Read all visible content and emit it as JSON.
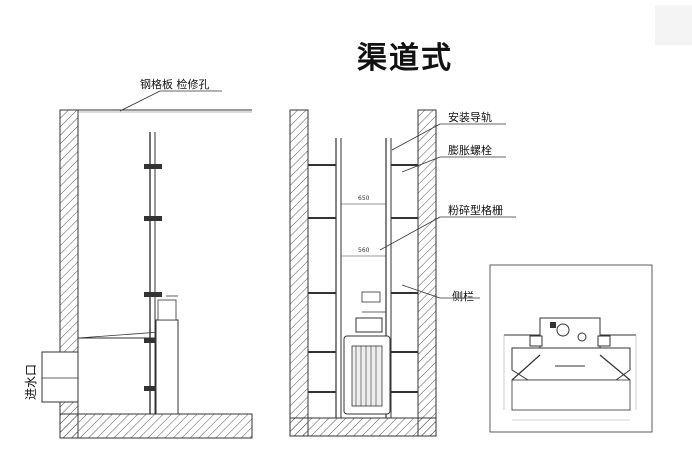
{
  "title": "渠道式",
  "labels": {
    "grating_manhole": "钢格板 检修孔",
    "inlet": "进水口",
    "guide_rail": "安装导轨",
    "expansion_bolt": "膨胀螺栓",
    "crusher_grille": "粉碎型格栅",
    "side_rail": "侧栏"
  },
  "dimensions": {
    "upper": "650",
    "lower": "560"
  }
}
